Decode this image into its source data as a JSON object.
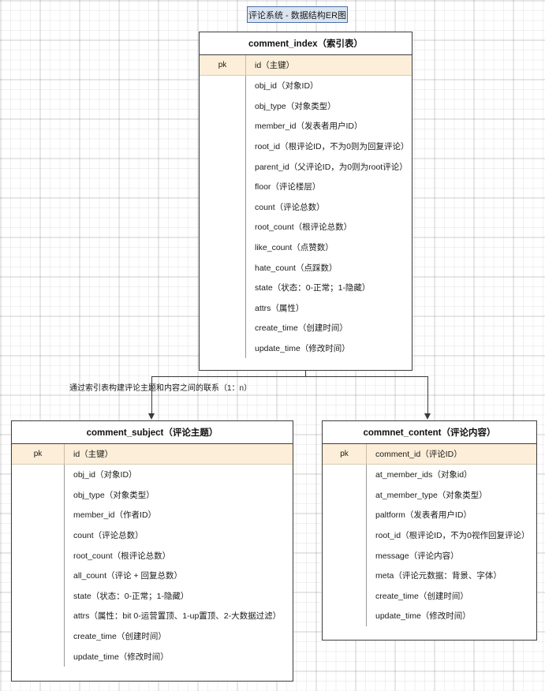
{
  "title": {
    "text": "评论系统 - 数据结构ER图",
    "border_color": "#4a6fa5",
    "fill_color": "#dbe5f1"
  },
  "theme": {
    "pk_row_color": "#fceed8",
    "entity_border_color": "#3d3d3d",
    "connector_color": "#3a3a3a",
    "canvas_color": "#ffffff"
  },
  "relationship": {
    "label": "通过索引表构建评论主题和内容之间的联系（1：n）"
  },
  "entities": [
    {
      "id": "comment_index",
      "header": "comment_index（索引表）",
      "pk_label": "pk",
      "rows": [
        {
          "key": "pk",
          "name": "id（主键）",
          "is_pk": true
        },
        {
          "key": "",
          "name": "obj_id（对象ID）",
          "is_pk": false
        },
        {
          "key": "",
          "name": "obj_type（对象类型）",
          "is_pk": false
        },
        {
          "key": "",
          "name": "member_id（发表者用户ID）",
          "is_pk": false
        },
        {
          "key": "",
          "name": "root_id（根评论ID，不为0则为回复评论）",
          "is_pk": false
        },
        {
          "key": "",
          "name": "parent_id（父评论ID，为0则为root评论）",
          "is_pk": false
        },
        {
          "key": "",
          "name": "floor（评论楼层）",
          "is_pk": false
        },
        {
          "key": "",
          "name": "count（评论总数）",
          "is_pk": false
        },
        {
          "key": "",
          "name": "root_count（根评论总数）",
          "is_pk": false
        },
        {
          "key": "",
          "name": "like_count（点赞数）",
          "is_pk": false
        },
        {
          "key": "",
          "name": "hate_count（点踩数）",
          "is_pk": false
        },
        {
          "key": "",
          "name": "state（状态：0-正常；1-隐藏）",
          "is_pk": false
        },
        {
          "key": "",
          "name": "attrs（属性）",
          "is_pk": false
        },
        {
          "key": "",
          "name": "create_time（创建时间）",
          "is_pk": false
        },
        {
          "key": "",
          "name": "update_time（修改时间）",
          "is_pk": false
        }
      ]
    },
    {
      "id": "comment_subject",
      "header": "comment_subject（评论主题）",
      "pk_label": "pk",
      "rows": [
        {
          "key": "pk",
          "name": "id（主键）",
          "is_pk": true
        },
        {
          "key": "",
          "name": "obj_id（对象ID）",
          "is_pk": false
        },
        {
          "key": "",
          "name": "obj_type（对象类型）",
          "is_pk": false
        },
        {
          "key": "",
          "name": "member_id（作者ID）",
          "is_pk": false
        },
        {
          "key": "",
          "name": "count（评论总数）",
          "is_pk": false
        },
        {
          "key": "",
          "name": "root_count（根评论总数）",
          "is_pk": false
        },
        {
          "key": "",
          "name": "all_count（评论 + 回复总数）",
          "is_pk": false
        },
        {
          "key": "",
          "name": "state（状态：0-正常；1-隐藏）",
          "is_pk": false
        },
        {
          "key": "",
          "name": "attrs（属性：bit 0-运营置顶、1-up置顶、2-大数据过滤）",
          "is_pk": false
        },
        {
          "key": "",
          "name": "create_time（创建时间）",
          "is_pk": false
        },
        {
          "key": "",
          "name": "update_time（修改时间）",
          "is_pk": false
        }
      ]
    },
    {
      "id": "commnet_content",
      "header": "commnet_content（评论内容）",
      "pk_label": "pk",
      "rows": [
        {
          "key": "pk",
          "name": "comment_id（评论ID）",
          "is_pk": true
        },
        {
          "key": "",
          "name": "at_member_ids（对象id）",
          "is_pk": false
        },
        {
          "key": "",
          "name": "at_member_type（对象类型）",
          "is_pk": false
        },
        {
          "key": "",
          "name": "paltform（发表者用户ID）",
          "is_pk": false
        },
        {
          "key": "",
          "name": "root_id（根评论ID，不为0视作回复评论）",
          "is_pk": false
        },
        {
          "key": "",
          "name": "message（评论内容）",
          "is_pk": false
        },
        {
          "key": "",
          "name": "meta（评论元数据：背景、字体）",
          "is_pk": false
        },
        {
          "key": "",
          "name": "create_time（创建时间）",
          "is_pk": false
        },
        {
          "key": "",
          "name": "update_time（修改时间）",
          "is_pk": false
        }
      ]
    }
  ]
}
